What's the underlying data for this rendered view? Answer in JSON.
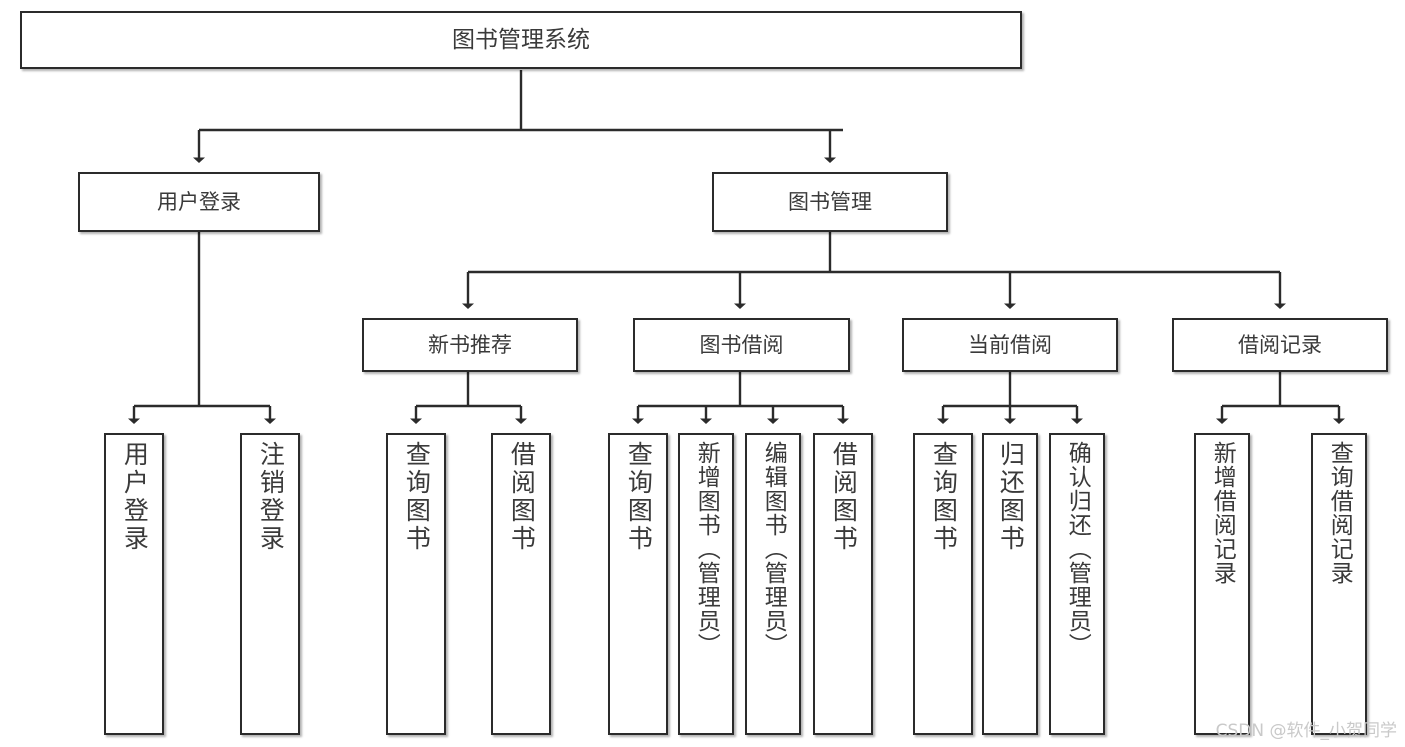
{
  "diagram": {
    "type": "tree",
    "root": {
      "label": "图书管理系统"
    },
    "level1": [
      {
        "label": "用户登录"
      },
      {
        "label": "图书管理"
      }
    ],
    "level2": [
      {
        "label": "新书推荐"
      },
      {
        "label": "图书借阅"
      },
      {
        "label": "当前借阅"
      },
      {
        "label": "借阅记录"
      }
    ],
    "leaves": {
      "user_login": [
        {
          "label": "用户登录"
        },
        {
          "label": "注销登录"
        }
      ],
      "new_book": [
        {
          "label": "查询图书"
        },
        {
          "label": "借阅图书"
        }
      ],
      "book_borrow": [
        {
          "label": "查询图书"
        },
        {
          "label": "新增图书（管理员）"
        },
        {
          "label": "编辑图书（管理员）"
        },
        {
          "label": "借阅图书"
        }
      ],
      "current_borrow": [
        {
          "label": "查询图书"
        },
        {
          "label": "归还图书"
        },
        {
          "label": "确认归还（管理员）"
        }
      ],
      "borrow_record": [
        {
          "label": "新增借阅记录"
        },
        {
          "label": "查询借阅记录"
        }
      ]
    }
  },
  "watermark": {
    "text": "CSDN @软件_小贺同学"
  },
  "colors": {
    "stroke": "#2b2b2b",
    "text": "#3a3a3a",
    "background": "#ffffff",
    "watermark": "#c9c9c9"
  }
}
